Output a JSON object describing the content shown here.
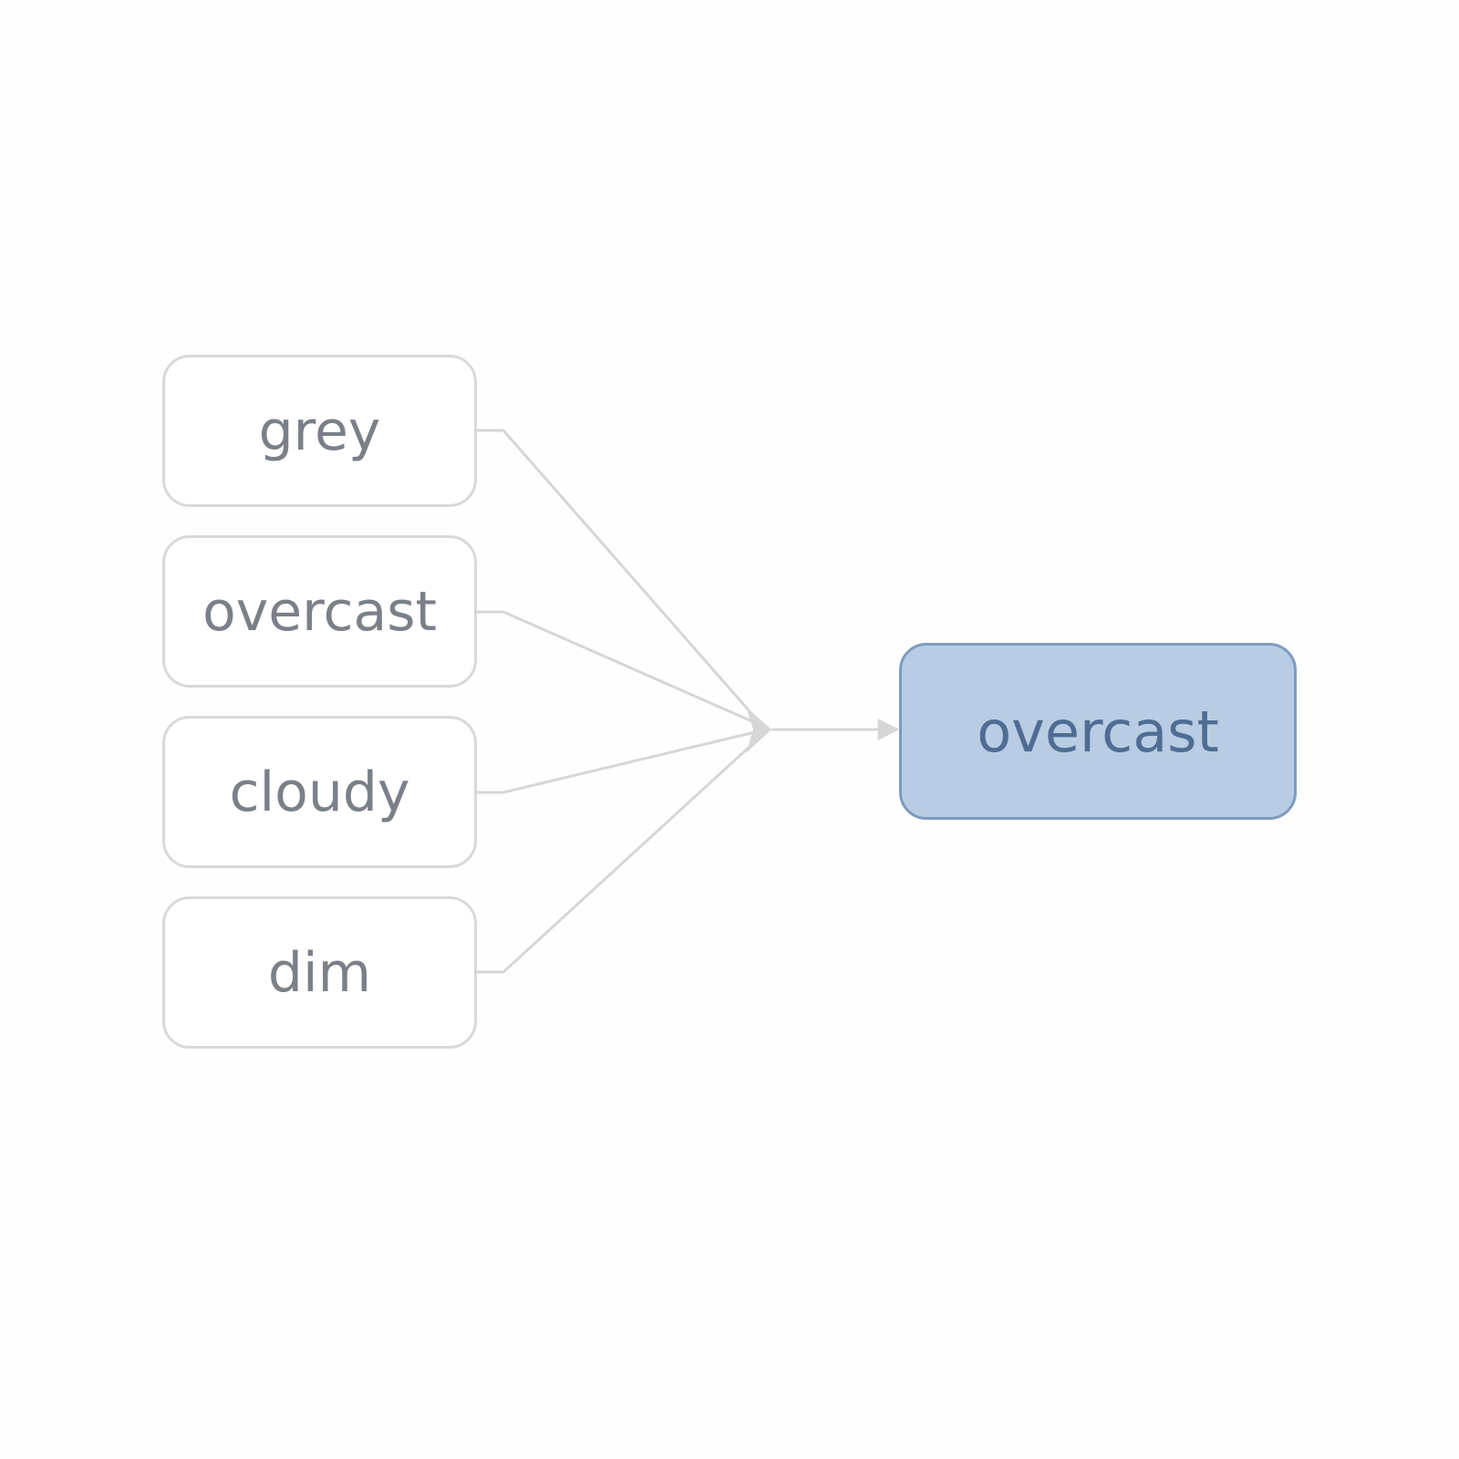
{
  "diagram": {
    "inputs": [
      {
        "label": "grey"
      },
      {
        "label": "overcast"
      },
      {
        "label": "cloudy"
      },
      {
        "label": "dim"
      }
    ],
    "output": {
      "label": "overcast"
    }
  },
  "colors": {
    "input_border": "#d9d9d9",
    "input_text": "#7b8088",
    "connector": "#d6d6d6",
    "output_fill": "#b8cde3",
    "output_border": "#7e9bc0",
    "output_text": "#4f6d93"
  }
}
